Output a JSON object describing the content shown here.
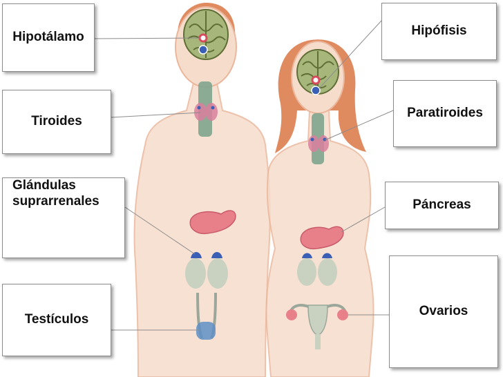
{
  "labels": {
    "hipotalamo": "Hipotálamo",
    "tiroides": "Tiroides",
    "glandulas_line1": "Glándulas",
    "glandulas_line2": "suprarrenales",
    "testiculos": "Testículos",
    "hipofisis": "Hipófisis",
    "paratiroides": "Paratiroides",
    "pancreas": "Páncreas",
    "ovarios": "Ovarios"
  },
  "colors": {
    "skin": "#f6dccb",
    "skin_outline": "#ebb79c",
    "hair": "#e08a60",
    "brain": "#a7b77c",
    "brain_folds": "#5f6e35",
    "gland_red": "#d94a5d",
    "gland_blue": "#3b5fb5",
    "organ_gray": "#c9d1c1",
    "thyroid": "#d97f9e",
    "pancreas": "#e8808a",
    "leader_line": "#8c8c8c"
  }
}
